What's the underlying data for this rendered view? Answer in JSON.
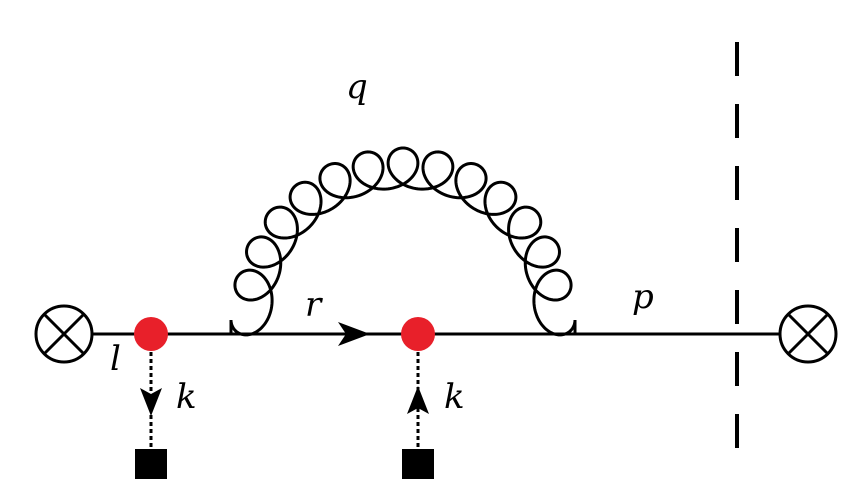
{
  "labels": {
    "gluon": "q",
    "quark_left": "l",
    "quark_middle": "r",
    "quark_right": "p",
    "momentum_left": "k",
    "momentum_right": "k"
  },
  "colors": {
    "line": "#000000",
    "vertex": "#e8202a",
    "source": "#000000"
  },
  "icons": {
    "vertex_left": "otimes-circle-icon",
    "vertex_right": "otimes-circle-icon",
    "interaction": "red-dot-icon",
    "source": "filled-square-icon"
  }
}
